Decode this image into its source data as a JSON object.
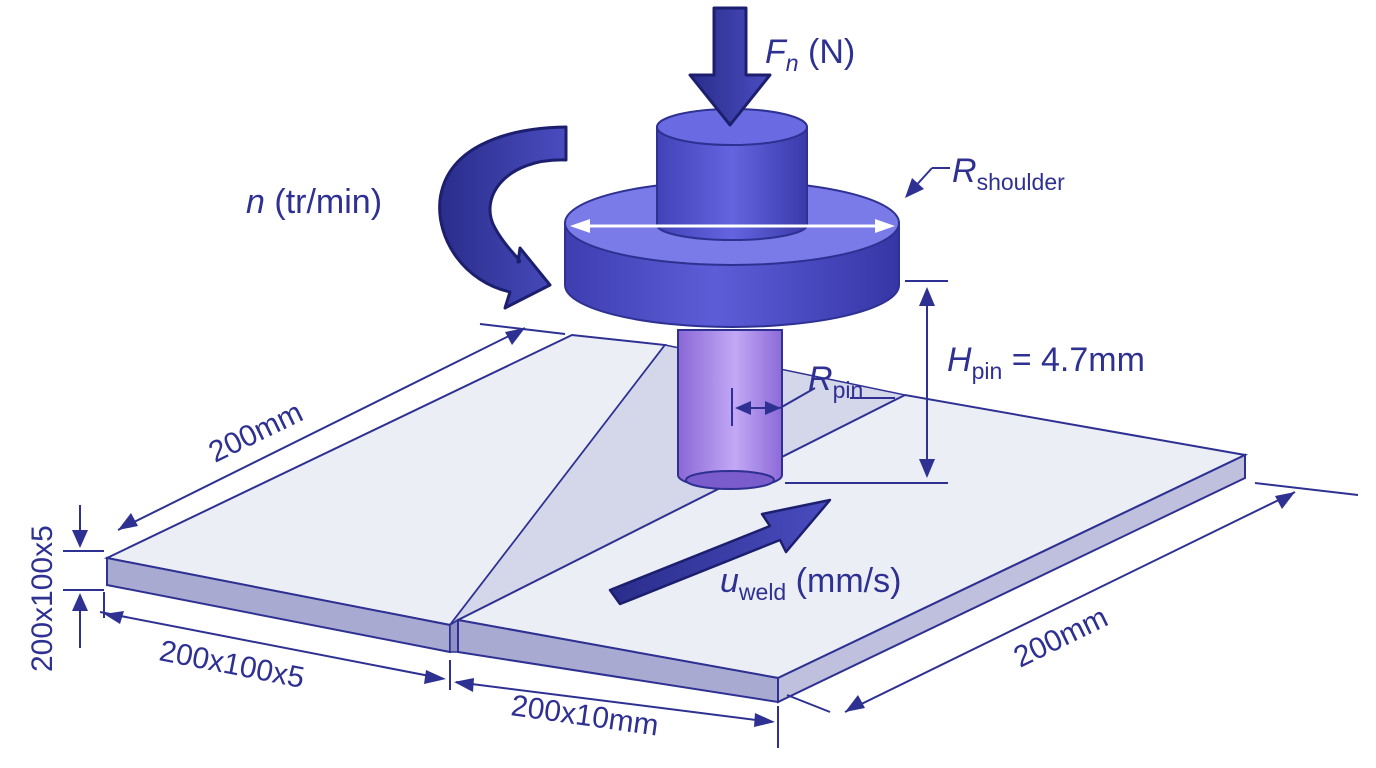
{
  "labels": {
    "force_symbol": "F",
    "force_sub": "n",
    "force_unit": " (N)",
    "rotation_symbol": "n",
    "rotation_unit": " (tr/min)",
    "shoulder_symbol": "R",
    "shoulder_sub": "shoulder",
    "pin_symbol": "R",
    "pin_sub": "pin",
    "pin_height_symbol": "H",
    "pin_height_sub": "pin",
    "pin_height_value": " = 4.7mm",
    "weld_speed_symbol": "u",
    "weld_speed_sub": "weld",
    "weld_speed_unit": " (mm/s)",
    "plate_length_left": "200mm",
    "plate_length_right": "200mm",
    "plate_thickness": "200x100x5",
    "plate_width": "200x100x5",
    "groove_width": "200x10mm"
  },
  "colors": {
    "ink": "#2e3192",
    "tool": "#5a5ad6",
    "pin": "#a886e8",
    "plate_top": "#eceef5",
    "plate_side": "#a9a9d0"
  }
}
